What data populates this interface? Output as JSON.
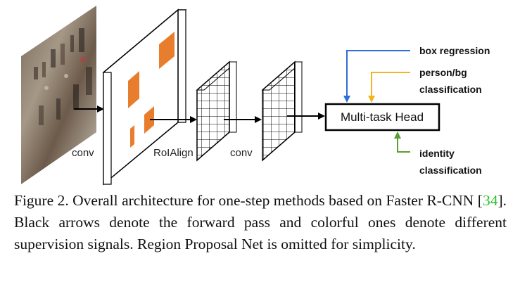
{
  "diagram": {
    "labels": {
      "conv_1": "conv",
      "roialign": "RoIAlign",
      "conv_2": "conv"
    },
    "head": "Multi-task Head",
    "supervision": {
      "box_regression": "box regression",
      "person_bg_line1": "person/bg",
      "person_bg_line2": "classification",
      "identity_line1": "identity",
      "identity_line2": "classification"
    },
    "colors": {
      "feature_patch": "#e87d2e",
      "blue_arrow": "#2e6fd6",
      "yellow_arrow": "#f2b51e",
      "green_arrow": "#5a9e2f"
    }
  },
  "caption": {
    "prefix": "Figure 2. Overall architecture for one-step methods based on Faster R-CNN [",
    "ref": "34",
    "suffix": "]. Black arrows denote the forward pass and colorful ones denote different supervision signals. Region Proposal Net is omitted for simplicity."
  }
}
